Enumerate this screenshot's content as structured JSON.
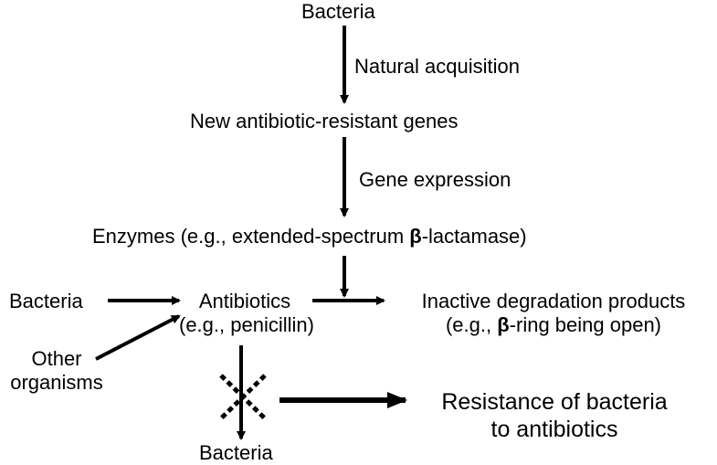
{
  "nodes": {
    "bacteria_top": "Bacteria",
    "natural_acquisition": "Natural acquisition",
    "new_genes": "New antibiotic-resistant genes",
    "gene_expression": "Gene expression",
    "enzymes_prefix": "Enzymes (e.g., extended-spectrum ",
    "beta": "β",
    "enzymes_suffix": "-lactamase)",
    "bacteria_left": "Bacteria",
    "antibiotics": "Antibiotics",
    "antibiotics_example": "(e.g., penicillin)",
    "inactive_products": "Inactive degradation products",
    "inactive_example_prefix": "(e.g., ",
    "inactive_example_beta": "β",
    "inactive_example_suffix": "-ring being open)",
    "other_organisms_1": "Other",
    "other_organisms_2": "organisms",
    "resistance_1": "Resistance of bacteria",
    "resistance_2": "to antibiotics",
    "bacteria_bottom": "Bacteria"
  }
}
